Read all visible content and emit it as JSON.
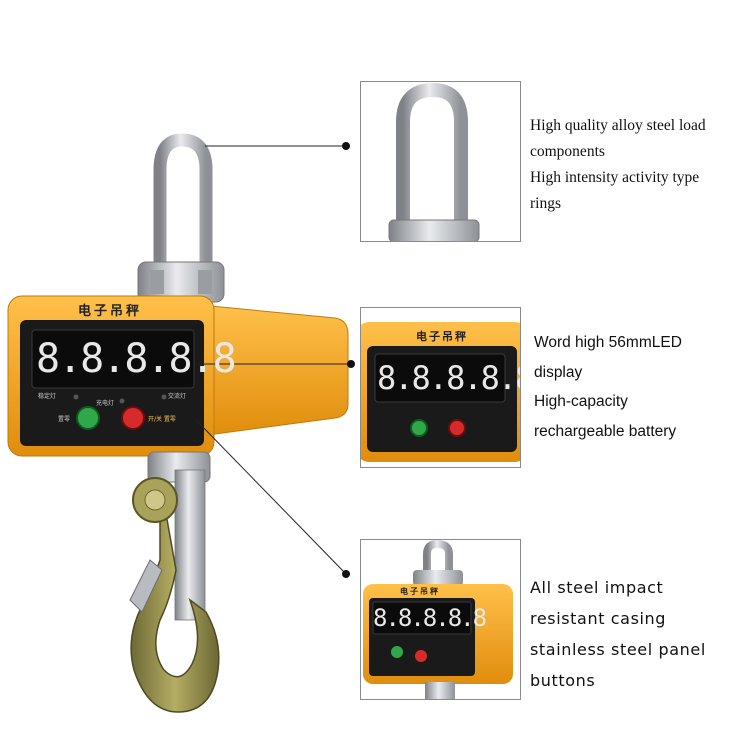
{
  "scale": {
    "title": "电子吊秤",
    "display_digits": "8.8.8.8.8",
    "indicators": [
      "稳定灯",
      "充电灯",
      "交流灯"
    ],
    "buttons": [
      "置零",
      "开/关 置零"
    ]
  },
  "callouts": [
    {
      "lines": [
        "High quality alloy steel load",
        "components",
        "High intensity activity type",
        "rings"
      ]
    },
    {
      "lines": [
        "Word high 56mmLED",
        "display",
        "High-capacity",
        "rechargeable battery"
      ]
    },
    {
      "lines": [
        "All steel impact",
        "resistant casing",
        "stainless steel panel",
        "buttons"
      ]
    }
  ],
  "colors": {
    "casing": "#f4a21b",
    "panel": "#1a1a1a",
    "led": "#e8e8e8",
    "green_button": "#2fa84a",
    "red_button": "#d62b2b",
    "steel": "#b9bcc0",
    "hook": "#8f8a45"
  }
}
